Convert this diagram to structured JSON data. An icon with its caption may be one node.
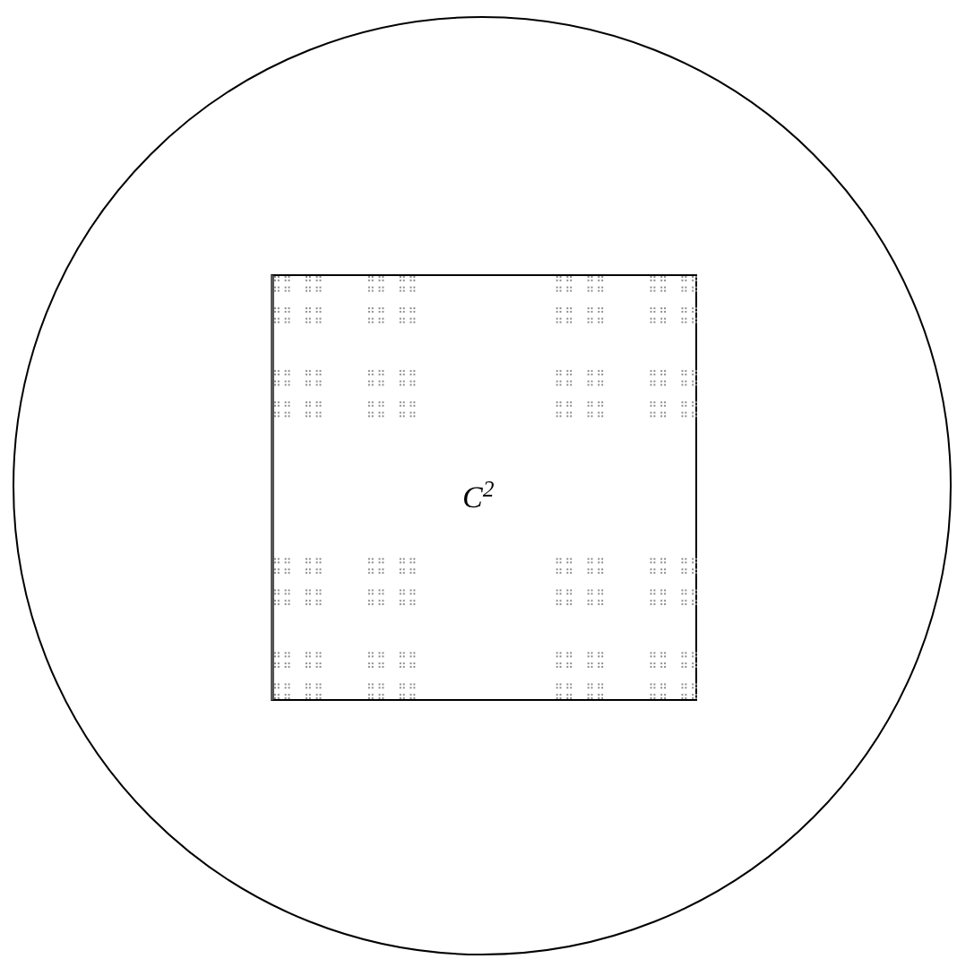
{
  "diagram": {
    "nodes": [
      {
        "text": [],
        "shape": "circle"
      },
      {
        "text": [
          "C$^{2}$"
        ],
        "in": 0
      }
    ]
  }
}
